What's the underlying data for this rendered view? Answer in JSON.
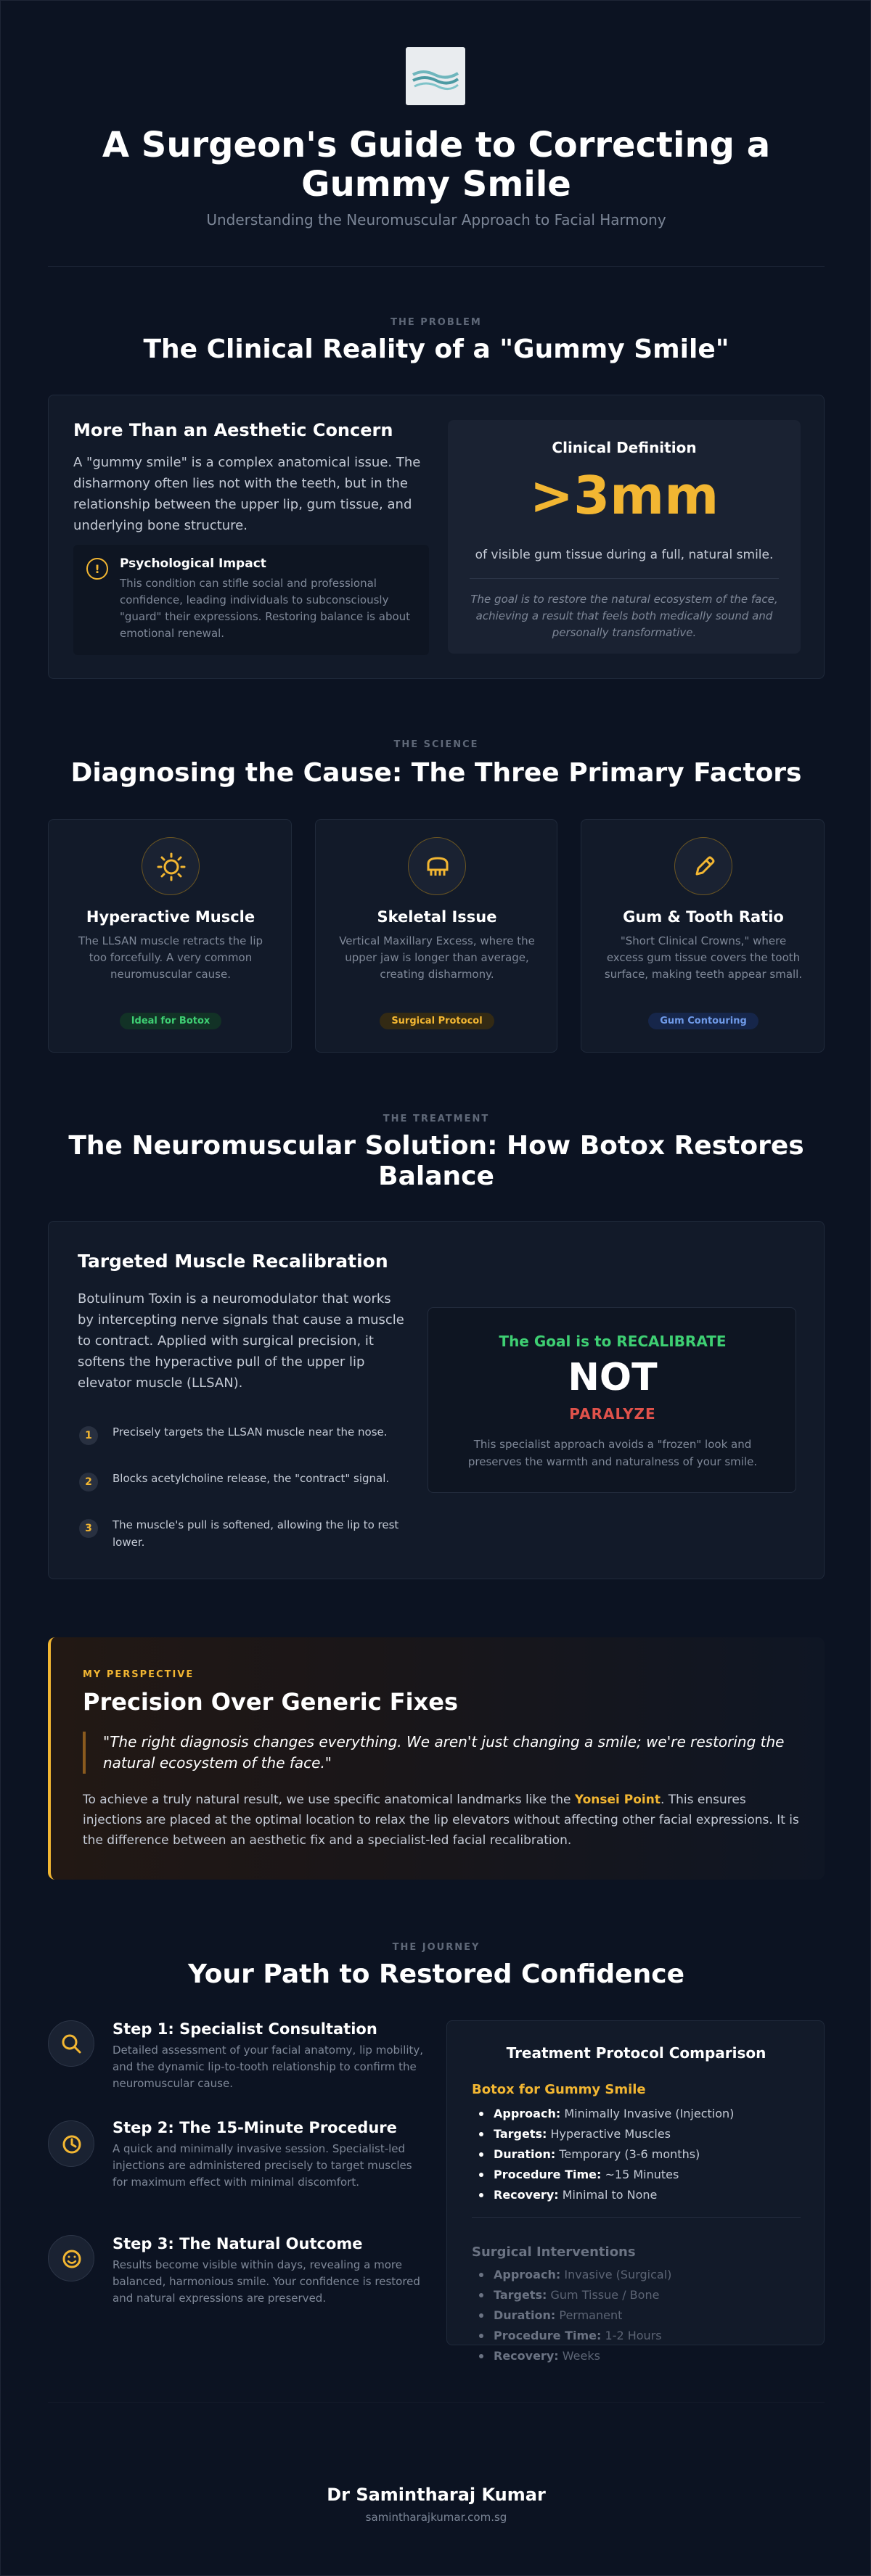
{
  "header": {
    "title": "A Surgeon's Guide to Correcting a Gummy Smile",
    "subtitle": "Understanding the Neuromuscular Approach to Facial Harmony"
  },
  "problem": {
    "eyebrow": "THE PROBLEM",
    "title": "The Clinical Reality of a \"Gummy Smile\"",
    "card_title": "More Than an Aesthetic Concern",
    "card_text": "A \"gummy smile\" is a complex anatomical issue. The disharmony often lies not with the teeth, but in the relationship between the upper lip, gum tissue, and underlying bone structure.",
    "psych_title": "Psychological Impact",
    "psych_text": "This condition can stifle social and professional confidence, leading individuals to subconsciously \"guard\" their expressions. Restoring balance is about emotional renewal.",
    "def_label": "Clinical Definition",
    "def_value": ">3mm",
    "def_caption": "of visible gum tissue during a full, natural smile.",
    "def_goal": "The goal is to restore the natural ecosystem of the face, achieving a result that feels both medically sound and personally transformative."
  },
  "science": {
    "eyebrow": "THE SCIENCE",
    "title": "Diagnosing the Cause: The Three Primary Factors",
    "factors": [
      {
        "title": "Hyperactive Muscle",
        "text": "The LLSAN muscle retracts the lip too forcefully. A very common neuromuscular cause.",
        "badge": "Ideal for Botox",
        "icon": "sun-icon"
      },
      {
        "title": "Skeletal Issue",
        "text": "Vertical Maxillary Excess, where the upper jaw is longer than average, creating disharmony.",
        "badge": "Surgical Protocol",
        "icon": "jaw-icon"
      },
      {
        "title": "Gum & Tooth Ratio",
        "text": "\"Short Clinical Crowns,\" where excess gum tissue covers the tooth surface, making teeth appear small.",
        "badge": "Gum Contouring",
        "icon": "edit-icon"
      }
    ]
  },
  "treatment": {
    "eyebrow": "THE TREATMENT",
    "title": "The Neuromuscular Solution: How Botox Restores Balance",
    "card_title": "Targeted Muscle Recalibration",
    "card_text": "Botulinum Toxin is a neuromodulator that works by intercepting nerve signals that cause a muscle to contract. Applied with surgical precision, it softens the hyperactive pull of the upper lip elevator muscle (LLSAN).",
    "steps": [
      {
        "n": "1",
        "text": "Precisely targets the LLSAN muscle near the nose."
      },
      {
        "n": "2",
        "text": "Blocks acetylcholine release, the \"contract\" signal."
      },
      {
        "n": "3",
        "text": "The muscle's pull is softened, allowing the lip to rest lower."
      }
    ],
    "goal_line": "The Goal is to RECALIBRATE",
    "goal_not": "NOT",
    "goal_paralyze": "PARALYZE",
    "goal_text": "This specialist approach avoids a \"frozen\" look and preserves the warmth and naturalness of your smile."
  },
  "perspective": {
    "eyebrow": "MY PERSPECTIVE",
    "title": "Precision Over Generic Fixes",
    "quote": "\"The right diagnosis changes everything. We aren't just changing a smile; we're restoring the natural ecosystem of the face.\"",
    "text_before": "To achieve a truly natural result, we use specific anatomical landmarks like the ",
    "highlight": "Yonsei Point",
    "text_after": ". This ensures injections are placed at the optimal location to relax the lip elevators without affecting other facial expressions. It is the difference between an aesthetic fix and a specialist-led facial recalibration."
  },
  "journey": {
    "eyebrow": "THE JOURNEY",
    "title": "Your Path to Restored Confidence",
    "steps": [
      {
        "title": "Step 1: Specialist Consultation",
        "text": "Detailed assessment of your facial anatomy, lip mobility, and the dynamic lip-to-tooth relationship to confirm the neuromuscular cause.",
        "icon": "search-icon"
      },
      {
        "title": "Step 2: The 15-Minute Procedure",
        "text": "A quick and minimally invasive session. Specialist-led injections are administered precisely to target muscles for maximum effect with minimal discomfort.",
        "icon": "clock-icon"
      },
      {
        "title": "Step 3: The Natural Outcome",
        "text": "Results become visible within days, revealing a more balanced, harmonious smile. Your confidence is restored and natural expressions are preserved.",
        "icon": "smile-icon"
      }
    ],
    "compare_title": "Treatment Protocol Comparison",
    "botox_title": "Botox for Gummy Smile",
    "botox_items": [
      {
        "k": "Approach:",
        "v": "Minimally Invasive (Injection)"
      },
      {
        "k": "Targets:",
        "v": "Hyperactive Muscles"
      },
      {
        "k": "Duration:",
        "v": "Temporary (3-6 months)"
      },
      {
        "k": "Procedure Time:",
        "v": "~15 Minutes"
      },
      {
        "k": "Recovery:",
        "v": "Minimal to None"
      }
    ],
    "surgical_title": "Surgical Interventions",
    "surgical_items": [
      {
        "k": "Approach:",
        "v": "Invasive (Surgical)"
      },
      {
        "k": "Targets:",
        "v": "Gum Tissue / Bone"
      },
      {
        "k": "Duration:",
        "v": "Permanent"
      },
      {
        "k": "Procedure Time:",
        "v": "1-2 Hours"
      },
      {
        "k": "Recovery:",
        "v": "Weeks"
      }
    ]
  },
  "footer": {
    "name": "Dr Samintharaj Kumar",
    "site": "samintharajkumar.com.sg"
  },
  "colors": {
    "accent": "#f2b632",
    "green": "#3ecf73",
    "red": "#e0524b",
    "background": "#0c1322"
  }
}
